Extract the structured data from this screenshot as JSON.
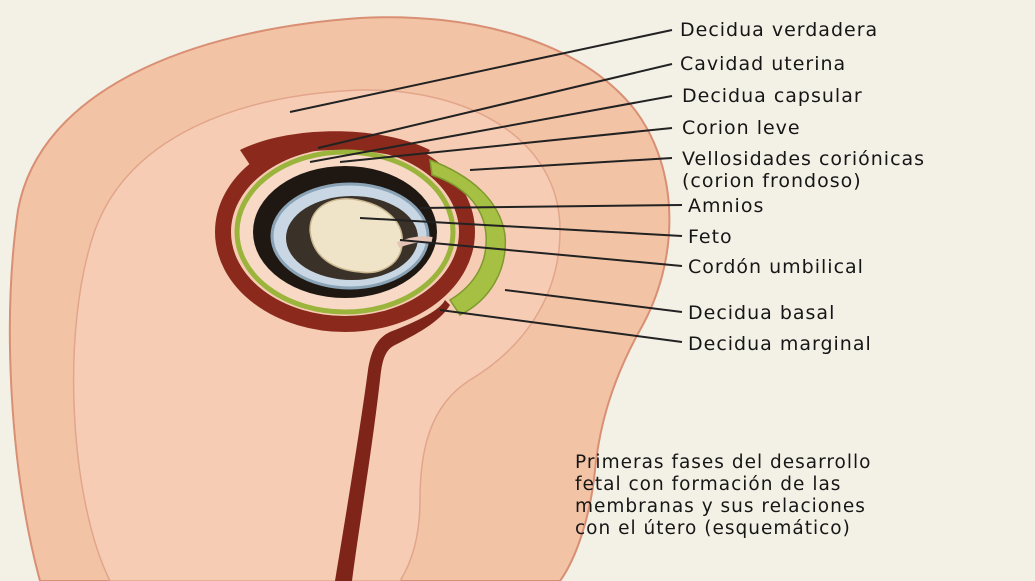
{
  "labels": {
    "decidua_verdadera": "Decidua verdadera",
    "cavidad_uterina": "Cavidad uterina",
    "decidua_capsular": "Decidua capsular",
    "corion_leve": "Corion leve",
    "vellosidades_line1": "Vellosidades coriónicas",
    "vellosidades_line2": "(corion frondoso)",
    "amnios": "Amnios",
    "feto": "Feto",
    "cordon_umbilical": "Cordón umbilical",
    "decidua_basal": "Decidua basal",
    "decidua_marginal": "Decidua marginal"
  },
  "caption": {
    "line1": "Primeras fases del desarrollo",
    "line2": "fetal con formación de las",
    "line3": "membranas y sus relaciones",
    "line4": "con el útero (esquemático)"
  },
  "colors": {
    "background": "#f3f0e6",
    "uterus_wall": "#f4c6a8",
    "decidua": "#f7cfb6",
    "cavity_lining": "#8b2a1c",
    "chorion_villi": "#9ab43c",
    "amnion": "#c8d7e3",
    "dark_sac": "#1f1812",
    "fetus": "#efe4c8"
  }
}
